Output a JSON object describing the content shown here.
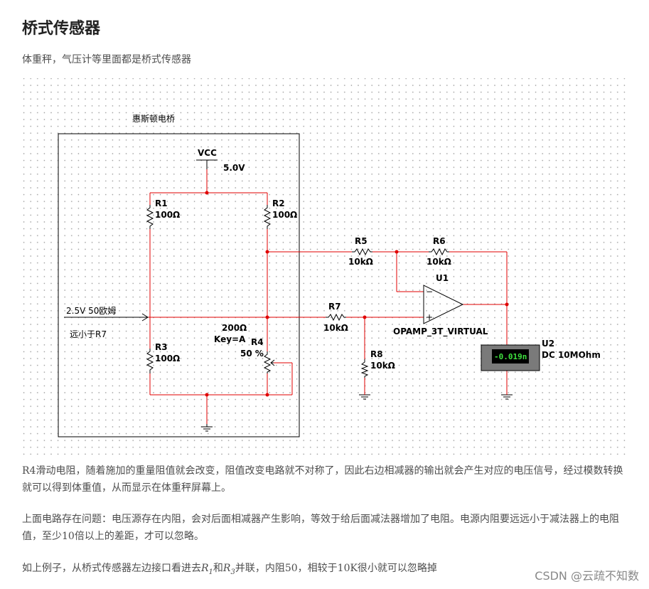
{
  "page": {
    "title": "桥式传感器",
    "intro": "体重秤，气压计等里面都是桥式传感器",
    "paragraph1": "R4滑动电阻，随着施加的重量阻值就会改变，阻值改变电路就不对称了，因此右边相减器的输出就会产生对应的电压信号，经过模数转换就可以得到体重值，从而显示在体重秤屏幕上。",
    "paragraph2": "上面电路存在问题：电压源存在内阻，会对后面相减器产生影响，等效于给后面减法器增加了电阻。电源内阻要远远小于减法器上的电阻值，至少10倍以上的差距，才可以忽略。",
    "paragraph3": {
      "before": "如上例子，从桥式传感器左边接口看进去",
      "r1_base": "R",
      "r1_sub": "1",
      "and": "和",
      "r3_base": "R",
      "r3_sub": "3",
      "after": "并联，内阻50，相较于10K很小就可以忽略掉"
    },
    "watermark": "CSDN @云疏不知数"
  },
  "circuit": {
    "box_label": "惠斯顿电桥",
    "vcc_label": "VCC",
    "vcc_value": "5.0V",
    "r1_name": "R1",
    "r1_value": "100Ω",
    "r2_name": "R2",
    "r2_value": "100Ω",
    "r3_name": "R3",
    "r3_value": "100Ω",
    "r4_name": "R4",
    "r4_value": "200Ω",
    "r4_key": "Key=A",
    "r4_percent": "50 %",
    "r5_name": "R5",
    "r5_value": "10kΩ",
    "r6_name": "R6",
    "r6_value": "10kΩ",
    "r7_name": "R7",
    "r7_value": "10kΩ",
    "r8_name": "R8",
    "r8_value": "10kΩ",
    "u1_name": "U1",
    "u1_model": "OPAMP_3T_VIRTUAL",
    "u2_name": "U2",
    "u2_mode": "DC  10MOhm",
    "u2_reading": "-0.019n",
    "minus_sign": "−",
    "plus_sign": "+",
    "note1": "2.5V 50欧姆",
    "note2": "远小于R7",
    "wire_color": "#e00000",
    "frame_color": "#000000"
  }
}
